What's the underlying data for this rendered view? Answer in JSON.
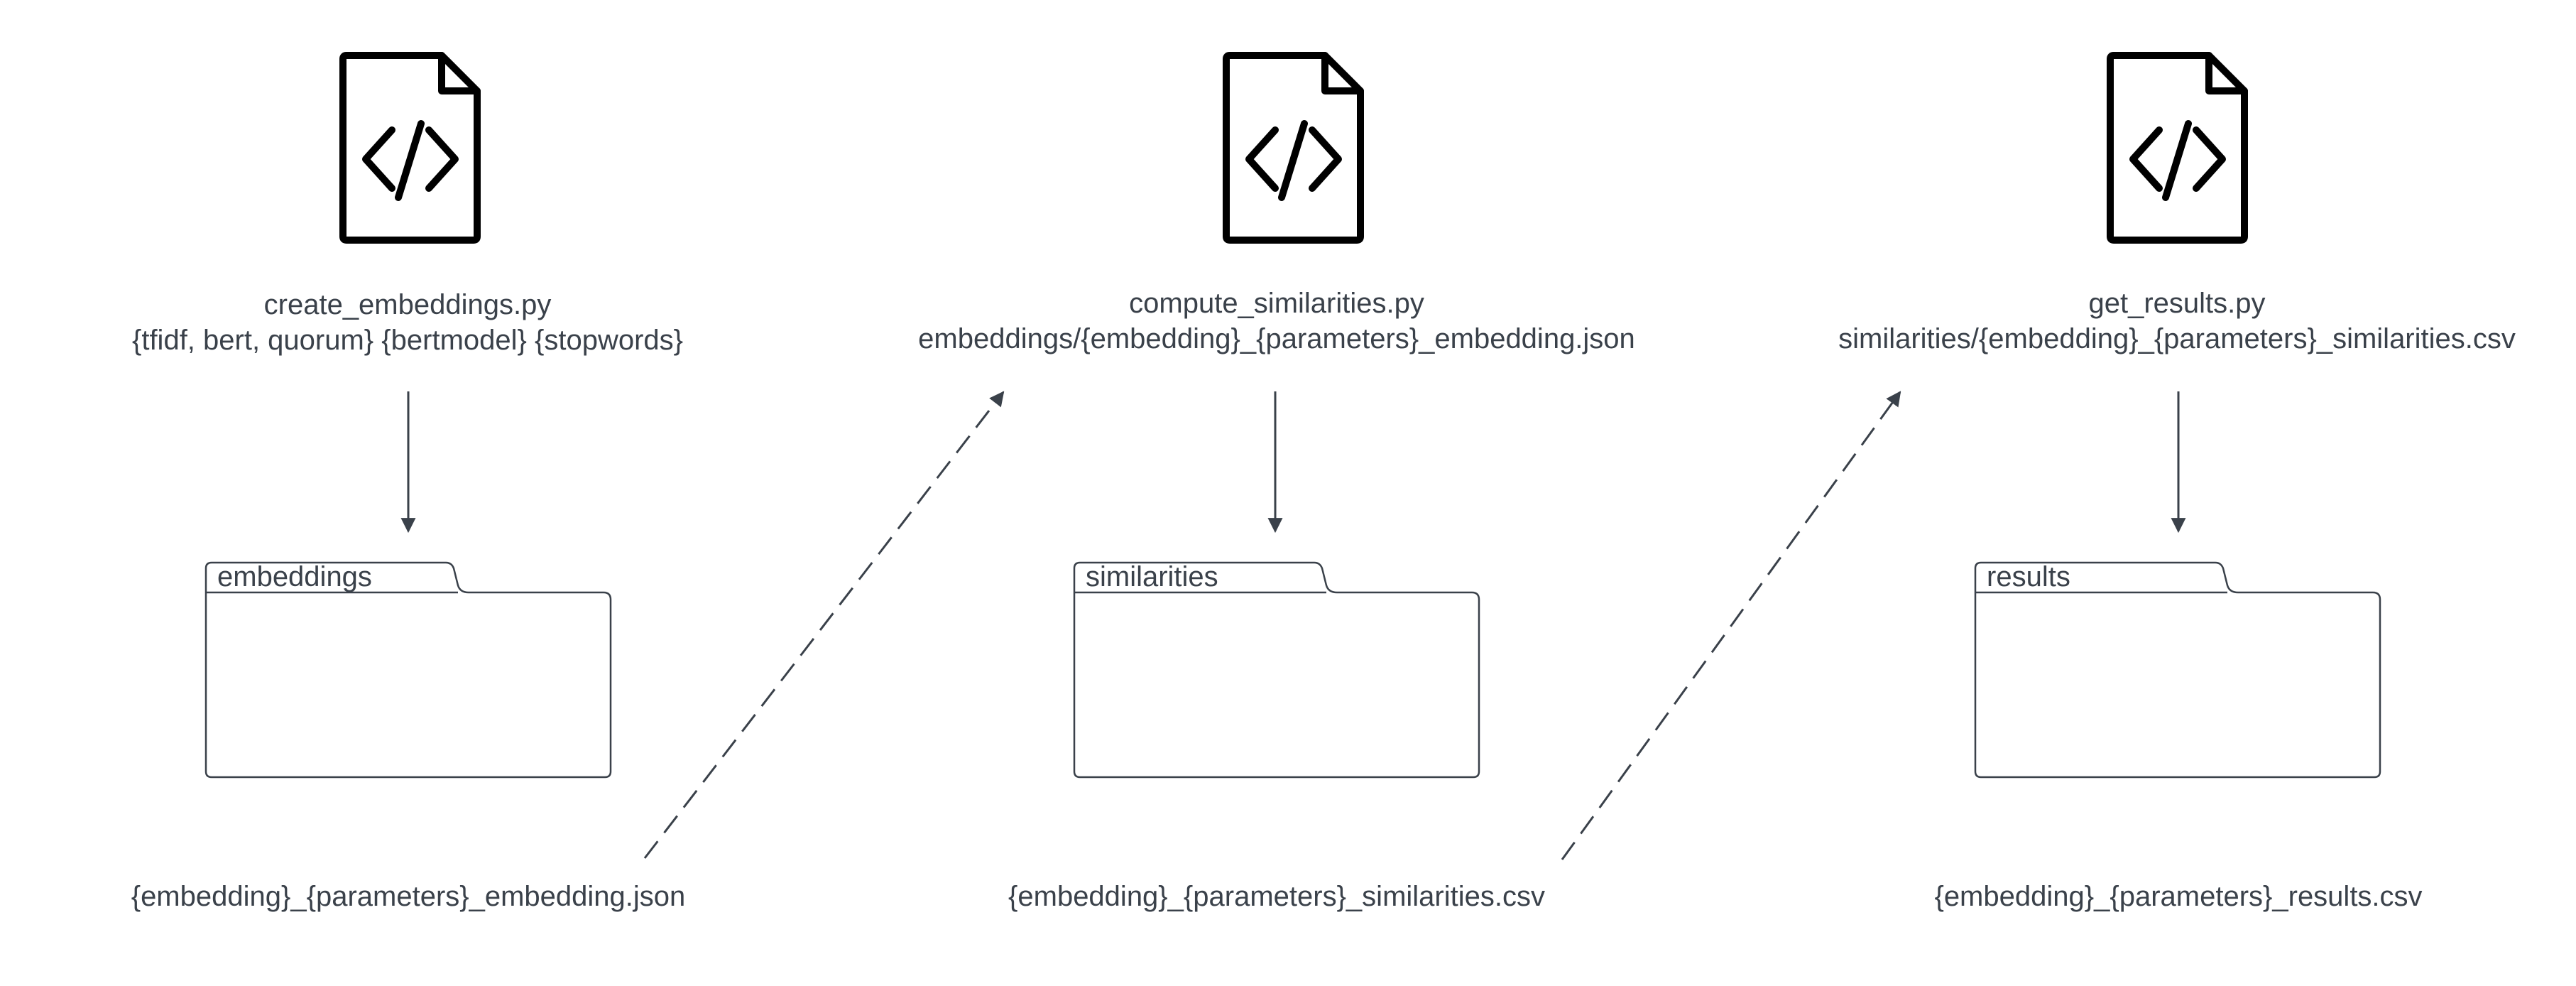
{
  "colors": {
    "background": "#ffffff",
    "icon": "#000000",
    "line": "#3a414a",
    "text": "#3a414a"
  },
  "scripts": [
    {
      "icon": "code-file-icon",
      "name": "create_embeddings.py",
      "args": "{tfidf, bert, quorum} {bertmodel} {stopwords}"
    },
    {
      "icon": "code-file-icon",
      "name": "compute_similarities.py",
      "args": "embeddings/{embedding}_{parameters}_embedding.json"
    },
    {
      "icon": "code-file-icon",
      "name": "get_results.py",
      "args": "similarities/{embedding}_{parameters}_similarities.csv"
    }
  ],
  "folders": [
    {
      "icon": "folder-icon",
      "label": "embeddings"
    },
    {
      "icon": "folder-icon",
      "label": "similarities"
    },
    {
      "icon": "folder-icon",
      "label": "results"
    }
  ],
  "outputs": [
    {
      "filename": "{embedding}_{parameters}_embedding.json"
    },
    {
      "filename": "{embedding}_{parameters}_similarities.csv"
    },
    {
      "filename": "{embedding}_{parameters}_results.csv"
    }
  ],
  "connectors": [
    {
      "from": "create_embeddings.py",
      "to": "embeddings",
      "style": "solid"
    },
    {
      "from": "compute_similarities.py",
      "to": "similarities",
      "style": "solid"
    },
    {
      "from": "get_results.py",
      "to": "results",
      "style": "solid"
    },
    {
      "from": "{embedding}_{parameters}_embedding.json",
      "to": "compute_similarities.py",
      "style": "dashed"
    },
    {
      "from": "{embedding}_{parameters}_similarities.csv",
      "to": "get_results.py",
      "style": "dashed"
    }
  ]
}
